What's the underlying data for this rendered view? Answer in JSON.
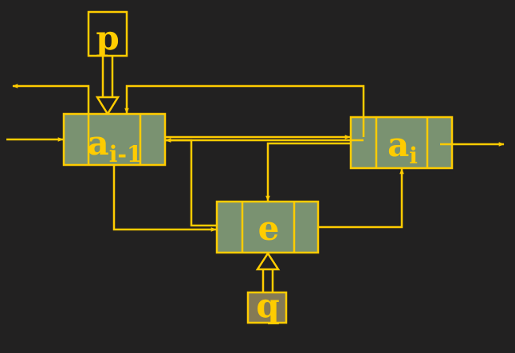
{
  "colors": {
    "background": "#222121",
    "line": "#ffcc00",
    "node_fill": "#7a9271",
    "q_fill": "#847a55"
  },
  "pointers": {
    "p": "p",
    "q": "q"
  },
  "nodes": {
    "prev": {
      "base": "a",
      "sub": "i-1"
    },
    "next": {
      "base": "a",
      "sub": "i"
    },
    "new": {
      "base": "e"
    }
  }
}
